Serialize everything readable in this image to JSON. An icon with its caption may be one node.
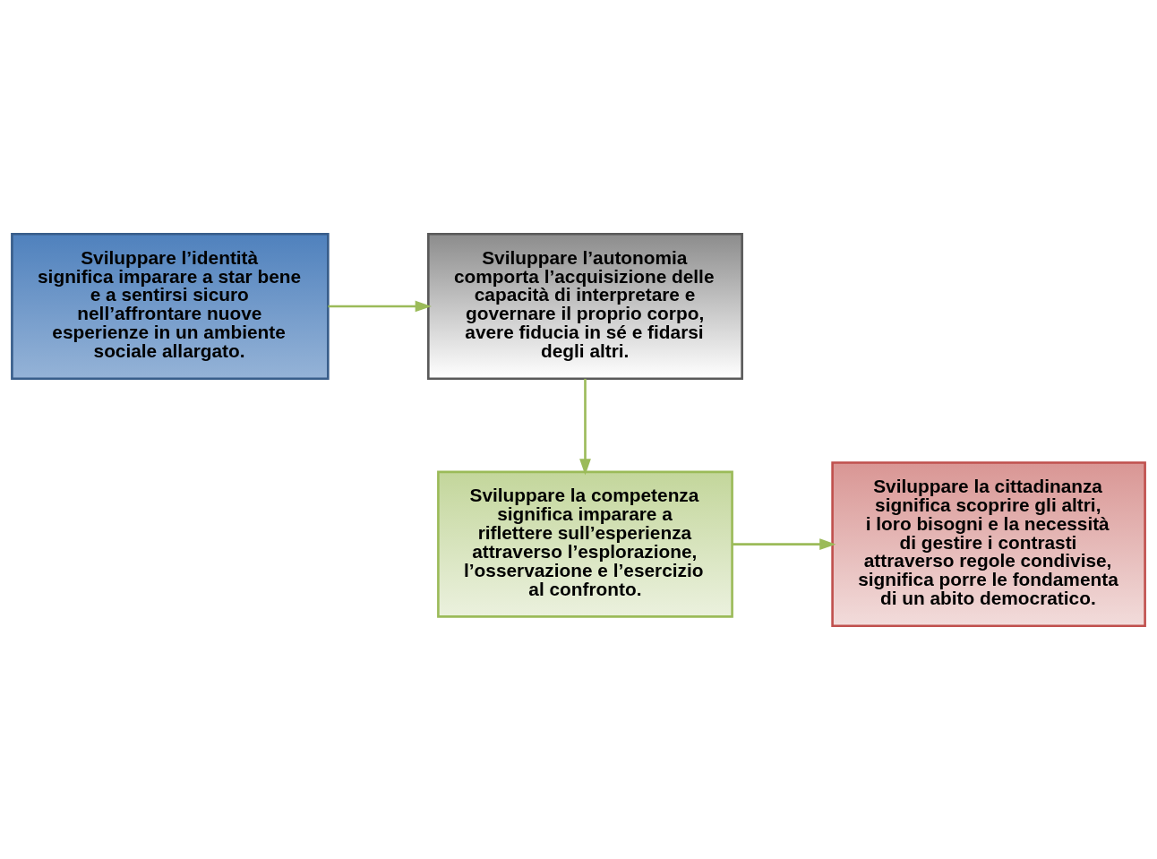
{
  "diagram": {
    "nodes": [
      {
        "text": [
          "Sviluppare l’identità significa imparare a star bene e a sentirsi sicuro nell’affrontare nuove esperienze in un ambiente sociale allargato."
        ]
      },
      {
        "text": [
          "Sviluppare l’autonomia comporta l’acquisizione delle capacità di interpretare e governare il proprio corpo, avere fiducia in sé e fidarsi degli altri."
        ]
      },
      {
        "text": [
          "Sviluppare la cittadinanza significa scoprire gli altri, i loro bisogni e la necessità di gestire i contrasti attraverso regole condivise, significa porre le fondamenta di un abito democratico."
        ]
      },
      {
        "text": [
          "Sviluppare la competenza significa imparare a riflettere sull’esperienza attraverso l’esplorazione, l’osservazione e l’esercizio al confronto."
        ]
      }
    ],
    "edges": [
      {
        "from": 0,
        "to": 1,
        "arrow": "to"
      },
      {
        "from": 1,
        "to": 3,
        "arrow": "to"
      },
      {
        "from": 3,
        "to": 2,
        "arrow": "to"
      }
    ]
  }
}
